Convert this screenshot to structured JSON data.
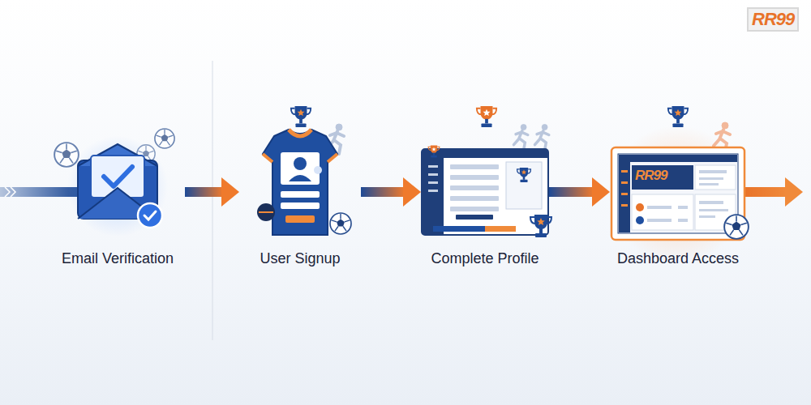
{
  "diagram": {
    "nodes": [
      {
        "text": [
          "Email Verification"
        ]
      },
      {
        "text": [
          "User Signup"
        ]
      },
      {
        "text": [
          "Complete Profile"
        ]
      },
      {
        "text": [
          "Dashboard Access"
        ]
      }
    ],
    "edges": [
      {
        "from": 0,
        "to": 1,
        "arrow": "to"
      },
      {
        "from": 1,
        "to": 2,
        "arrow": "to"
      },
      {
        "from": 2,
        "to": 3,
        "arrow": "to"
      }
    ],
    "labels": [
      "RR99",
      "RR99"
    ]
  }
}
